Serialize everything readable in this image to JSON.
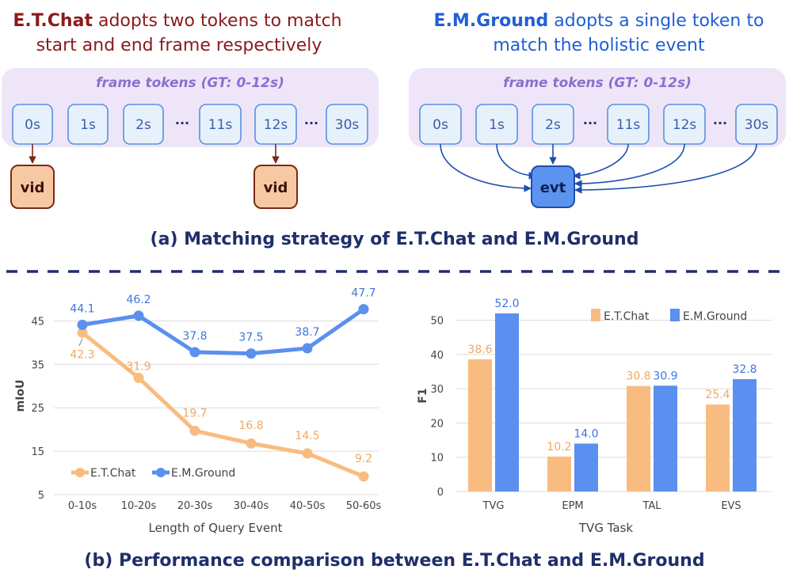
{
  "panel_a": {
    "left": {
      "heading_strong": "E.T.Chat",
      "heading_rest": " adopts two tokens to match",
      "heading_line2": "start and end frame respectively",
      "band_label": "frame tokens (GT: 0-12s)",
      "frames": [
        "0s",
        "1s",
        "2s",
        "11s",
        "12s",
        "30s"
      ],
      "ellipsis": "···",
      "match_token": "vid",
      "matched_frames": [
        "0s",
        "12s"
      ]
    },
    "right": {
      "heading_strong": "E.M.Ground",
      "heading_rest": " adopts a single token to",
      "heading_line2": "match the holistic event",
      "band_label": "frame tokens (GT: 0-12s)",
      "frames": [
        "0s",
        "1s",
        "2s",
        "11s",
        "12s",
        "30s"
      ],
      "ellipsis": "···",
      "match_token": "evt"
    },
    "caption": "(a) Matching strategy of E.T.Chat and E.M.Ground"
  },
  "caption_b": "(b) Performance comparison between E.T.Chat and E.M.Ground",
  "colors": {
    "etchat_heading": "#8b1a1a",
    "emground_heading": "#1f5fd6",
    "caption": "#1f2f6b",
    "band": "#eee6f8",
    "band_label": "#8a6fcf",
    "frame_fill": "#e6f1fc",
    "frame_stroke": "#5b8fe0",
    "vid_fill": "#f7c9a3",
    "vid_stroke": "#7a2a14",
    "evt_fill": "#5b93ee",
    "evt_stroke": "#1c4fb0",
    "etchat_series": "#f9bc80",
    "emground_series": "#5b8ff0",
    "etchat_label": "#f0a860",
    "emground_label": "#3f76e0",
    "divider": "#1f2f6b"
  },
  "chart_data": [
    {
      "type": "line",
      "categories": [
        "0-10s",
        "10-20s",
        "20-30s",
        "30-40s",
        "40-50s",
        "50-60s"
      ],
      "series": [
        {
          "name": "E.T.Chat",
          "values": [
            42.3,
            31.9,
            19.7,
            16.8,
            14.5,
            9.2
          ]
        },
        {
          "name": "E.M.Ground",
          "values": [
            44.1,
            46.2,
            37.8,
            37.5,
            38.7,
            47.7
          ]
        }
      ],
      "title": "",
      "xlabel": "Length of Query Event",
      "ylabel": "mIoU",
      "yticks": [
        5,
        15,
        25,
        35,
        45
      ],
      "ylim": [
        5,
        50
      ],
      "grid": true,
      "legend": "bottom-left"
    },
    {
      "type": "bar",
      "categories": [
        "TVG",
        "EPM",
        "TAL",
        "EVS"
      ],
      "series": [
        {
          "name": "E.T.Chat",
          "values": [
            38.6,
            10.2,
            30.8,
            25.4
          ]
        },
        {
          "name": "E.M.Ground",
          "values": [
            52.0,
            14.0,
            30.9,
            32.8
          ]
        }
      ],
      "title": "",
      "xlabel": "TVG Task",
      "ylabel": "F1",
      "yticks": [
        0,
        10,
        20,
        30,
        40,
        50
      ],
      "ylim": [
        0,
        55
      ],
      "grid": true,
      "legend": "top-right"
    }
  ]
}
